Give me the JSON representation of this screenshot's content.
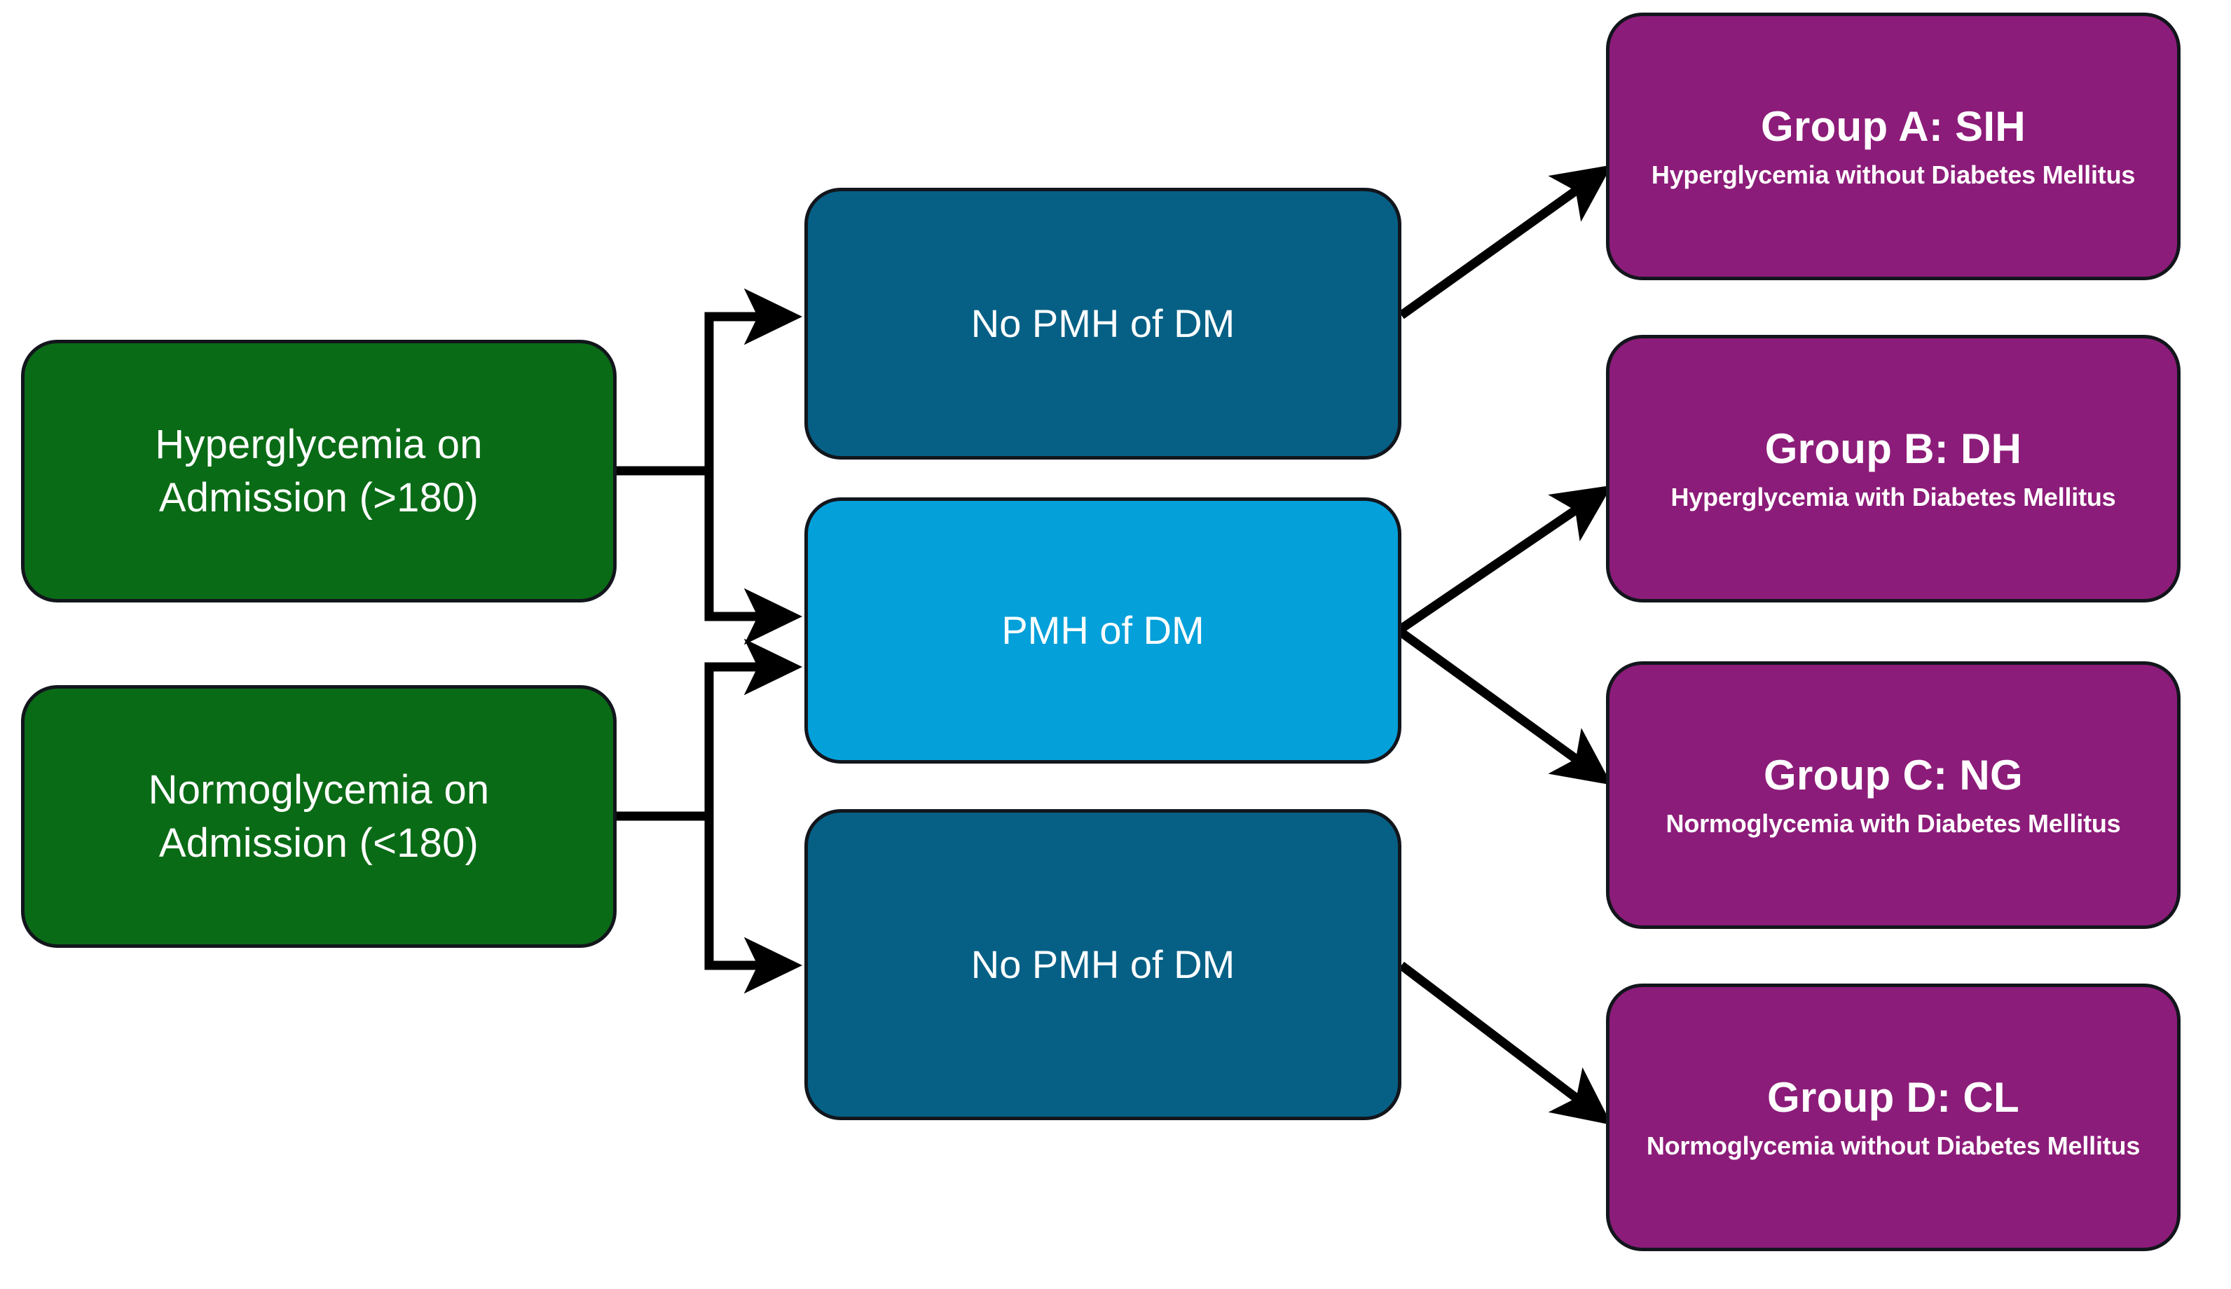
{
  "diagram": {
    "title": "Patient glycemic classification flowchart",
    "colors": {
      "green": "#0a6b16",
      "teal": "#066086",
      "cyan": "#04a0da",
      "purple": "#8c1c79",
      "outline": "#12161c",
      "connector": "#000000",
      "text": "#ffffff",
      "background": "#ffffff"
    },
    "nodes": {
      "hyperglycemia": {
        "label": "Hyperglycemia on\nAdmission (>180)",
        "color_key": "green"
      },
      "normoglycemia": {
        "label": "Normoglycemia on\nAdmission (<180)",
        "color_key": "green"
      },
      "no_pmh_top": {
        "label": "No PMH of DM",
        "color_key": "teal"
      },
      "pmh": {
        "label": "PMH of DM",
        "color_key": "cyan"
      },
      "no_pmh_bottom": {
        "label": "No PMH of DM",
        "color_key": "teal"
      },
      "group_a": {
        "title": "Group A: SIH",
        "subtitle": "Hyperglycemia without Diabetes Mellitus",
        "color_key": "purple"
      },
      "group_b": {
        "title": "Group B: DH",
        "subtitle": "Hyperglycemia with Diabetes Mellitus",
        "color_key": "purple"
      },
      "group_c": {
        "title": "Group C: NG",
        "subtitle": "Normoglycemia with Diabetes Mellitus",
        "color_key": "purple"
      },
      "group_d": {
        "title": "Group D: CL",
        "subtitle": "Normoglycemia without Diabetes Mellitus",
        "color_key": "purple"
      }
    },
    "edges": [
      {
        "name": "hyperglycemia-to-no-pmh-top",
        "from": "hyperglycemia",
        "to": "no_pmh_top",
        "style": "orthogonal"
      },
      {
        "name": "hyperglycemia-to-pmh",
        "from": "hyperglycemia",
        "to": "pmh",
        "style": "orthogonal"
      },
      {
        "name": "normoglycemia-to-pmh",
        "from": "normoglycemia",
        "to": "pmh",
        "style": "orthogonal"
      },
      {
        "name": "normoglycemia-to-no-pmh-bottom",
        "from": "normoglycemia",
        "to": "no_pmh_bottom",
        "style": "orthogonal"
      },
      {
        "name": "no-pmh-top-to-group-a",
        "from": "no_pmh_top",
        "to": "group_a",
        "style": "diagonal"
      },
      {
        "name": "pmh-to-group-b",
        "from": "pmh",
        "to": "group_b",
        "style": "diagonal"
      },
      {
        "name": "pmh-to-group-c",
        "from": "pmh",
        "to": "group_c",
        "style": "diagonal"
      },
      {
        "name": "no-pmh-bottom-to-group-d",
        "from": "no_pmh_bottom",
        "to": "group_d",
        "style": "diagonal"
      }
    ]
  }
}
